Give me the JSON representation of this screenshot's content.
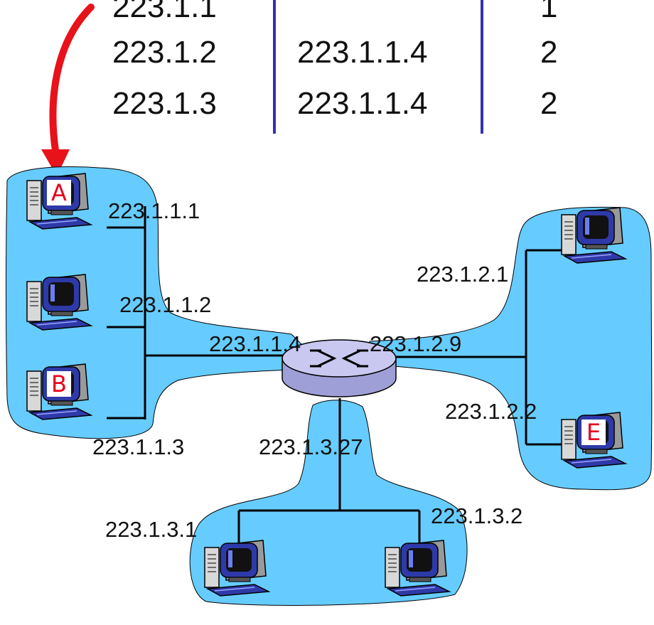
{
  "forwarding_table": {
    "rows": [
      {
        "dest_net": "223.1.1",
        "next_router": "",
        "nhops": "1"
      },
      {
        "dest_net": "223.1.2",
        "next_router": "223.1.1.4",
        "nhops": "2"
      },
      {
        "dest_net": "223.1.3",
        "next_router": "223.1.1.4",
        "nhops": "2"
      }
    ]
  },
  "hosts": {
    "a": {
      "label": "A"
    },
    "b": {
      "label": "B"
    },
    "e": {
      "label": "E"
    }
  },
  "addresses": {
    "a": "223.1.1.1",
    "h112": "223.1.1.2",
    "b": "223.1.1.3",
    "router_net1": "223.1.1.4",
    "router_net2": "223.1.2.9",
    "router_net3": "223.1.3.27",
    "h121": "223.1.2.1",
    "e": "223.1.2.2",
    "h131": "223.1.3.1",
    "h132": "223.1.3.2"
  },
  "colors": {
    "network_fill": "#66ccff",
    "arrow": "#e8121a",
    "table_divider": "#3333aa",
    "host_label": "#e8001b",
    "router": "#b7b7e8"
  }
}
